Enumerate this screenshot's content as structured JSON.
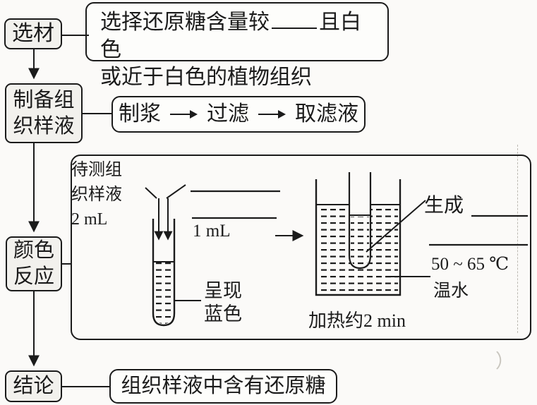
{
  "flow": {
    "select_label": "选材",
    "prepare_label": "制备组\n织样液",
    "color_label": "颜色\n反应",
    "conclusion_label": "结论"
  },
  "selection_box": {
    "line1_before": "选择还原糖含量较",
    "line1_after": "且白色",
    "line2": "或近于白色的植物组织"
  },
  "prepare_box": {
    "steps": [
      "制浆",
      "过滤",
      "取滤液"
    ]
  },
  "reaction_box": {
    "sample_label": "待测组\n织样液\n2 mL",
    "reagent_volume": "1 mL",
    "tube_result_label": "呈现\n蓝色",
    "produce_label": "生成",
    "water_temp": "50 ~ 65 ℃",
    "water_label": "温水",
    "heat_label": "加热约2 min"
  },
  "conclusion_box": {
    "text": "组织样液中含有还原糖"
  },
  "icons": {
    "right_arrow": "right-arrow",
    "down_arrow": "down-arrow",
    "test_tube": "test-tube",
    "beaker_water_bath": "beaker-water-bath",
    "blank_underline": "blank-underline"
  },
  "artifact": {
    "paren": "）"
  },
  "colors": {
    "ink": "#1b1b1b",
    "stage_fill": "#f2f1ed",
    "paper": "#fbfaf8"
  }
}
